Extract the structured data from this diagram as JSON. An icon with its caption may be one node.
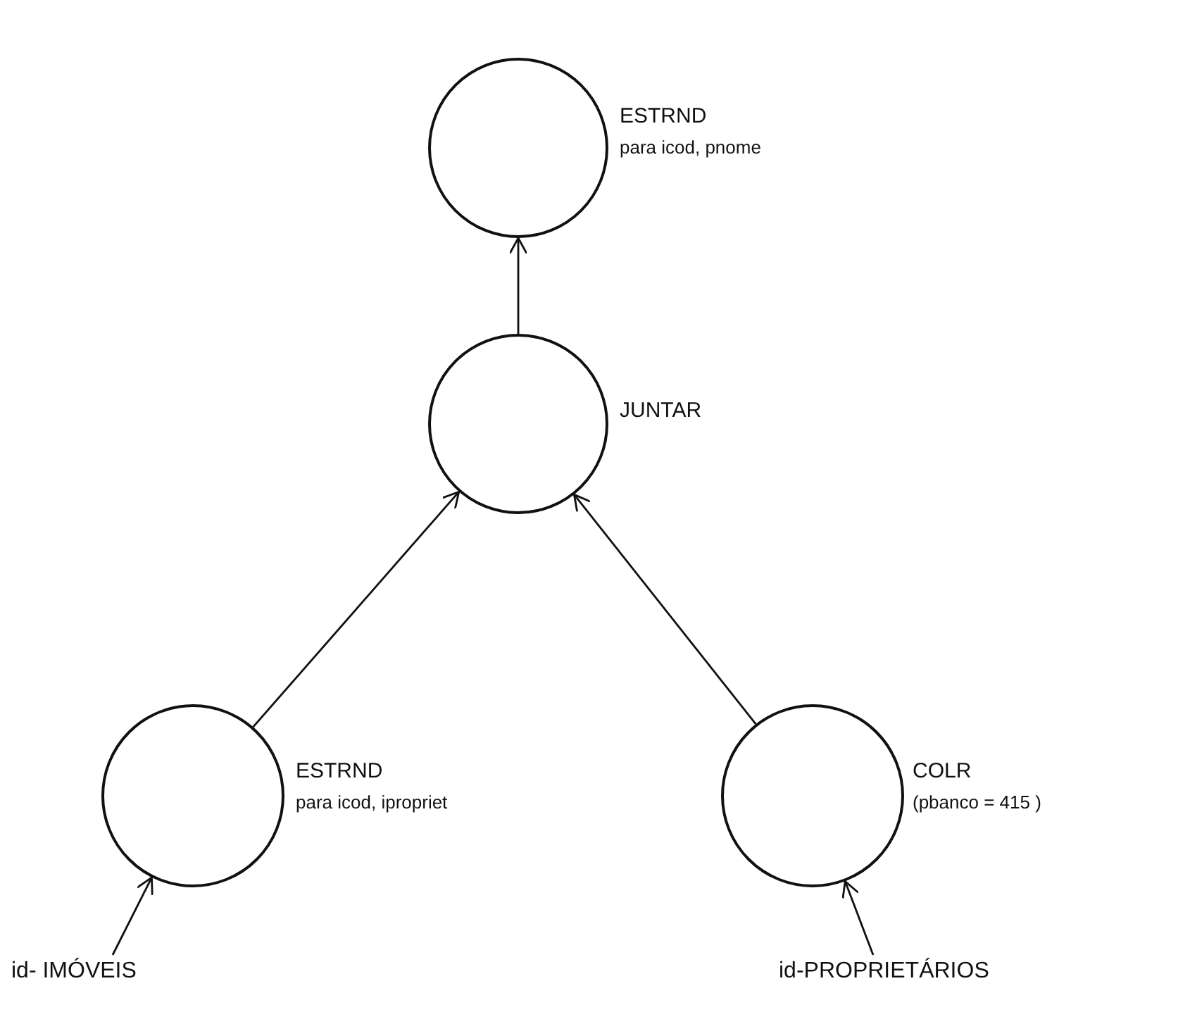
{
  "diagram": {
    "nodes": [
      {
        "text": [],
        "shape": "circle",
        "beside": [
          "ESTRND",
          "para icod, pnome"
        ]
      },
      {
        "text": [],
        "shape": "circle",
        "beside": [
          "JUNTAR"
        ]
      },
      {
        "text": [],
        "shape": "circle",
        "beside": [
          "ESTRND",
          "para icod, ipropriet"
        ]
      },
      {
        "text": [],
        "shape": "circle",
        "beside": [
          "COLR",
          "(pbanco = 415 )"
        ]
      },
      {
        "text": [
          "id- IMÓVEIS"
        ]
      },
      {
        "text": [
          "id-PROPRIETÁRIOS"
        ]
      }
    ],
    "edges": [
      {
        "from": 1,
        "to": 0,
        "arrow": "to"
      },
      {
        "from": 2,
        "to": 1,
        "arrow": "to"
      },
      {
        "from": 3,
        "to": 1,
        "arrow": "to"
      },
      {
        "from": 4,
        "to": 2,
        "arrow": "to"
      },
      {
        "from": 5,
        "to": 3,
        "arrow": "to"
      }
    ]
  }
}
